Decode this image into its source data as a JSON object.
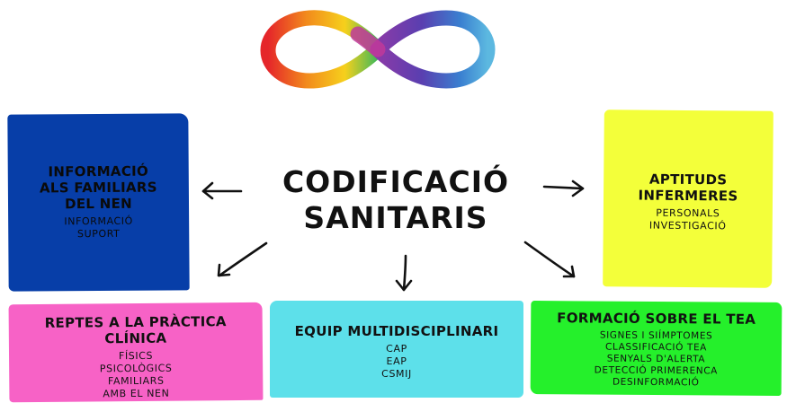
{
  "center": {
    "line1": "CODIFICACIÓ",
    "line2": "SANITARIS"
  },
  "boxes": {
    "info": {
      "title_lines": [
        "INFORMACIÓ",
        "ALS FAMILIARS",
        "DEL NEN"
      ],
      "items": [
        "INFORMACIÓ",
        "SUPORT"
      ],
      "color": "#073ea8"
    },
    "aptituds": {
      "title_lines": [
        "APTITUDS",
        "INFERMERES"
      ],
      "items": [
        "PERSONALS",
        "INVESTIGACIÓ"
      ],
      "color": "#f3ff3a"
    },
    "reptes": {
      "title_lines": [
        "REPTES A LA PRÀCTICA",
        "CLÍNICA"
      ],
      "items": [
        "FÍSICS",
        "PSICOLÒGICS",
        "FAMILIARS",
        "AMB EL NEN"
      ],
      "color": "#f762c6"
    },
    "equip": {
      "title_lines": [
        "EQUIP MULTIDISCIPLINARI"
      ],
      "items": [
        "CAP",
        "EAP",
        "CSMIJ"
      ],
      "color": "#5de0ea"
    },
    "formacio": {
      "title_lines": [
        "FORMACIÓ SOBRE EL TEA"
      ],
      "items": [
        "SIGNES I SIÍMPTOMES",
        "CLASSIFICACIÓ TEA",
        "SENYALS D'ALERTA",
        "DETECCIÓ PRIMERENCA",
        "DESINFORMACIÓ"
      ],
      "color": "#25f02b"
    }
  },
  "logo": {
    "icon": "rainbow-infinity-icon"
  }
}
